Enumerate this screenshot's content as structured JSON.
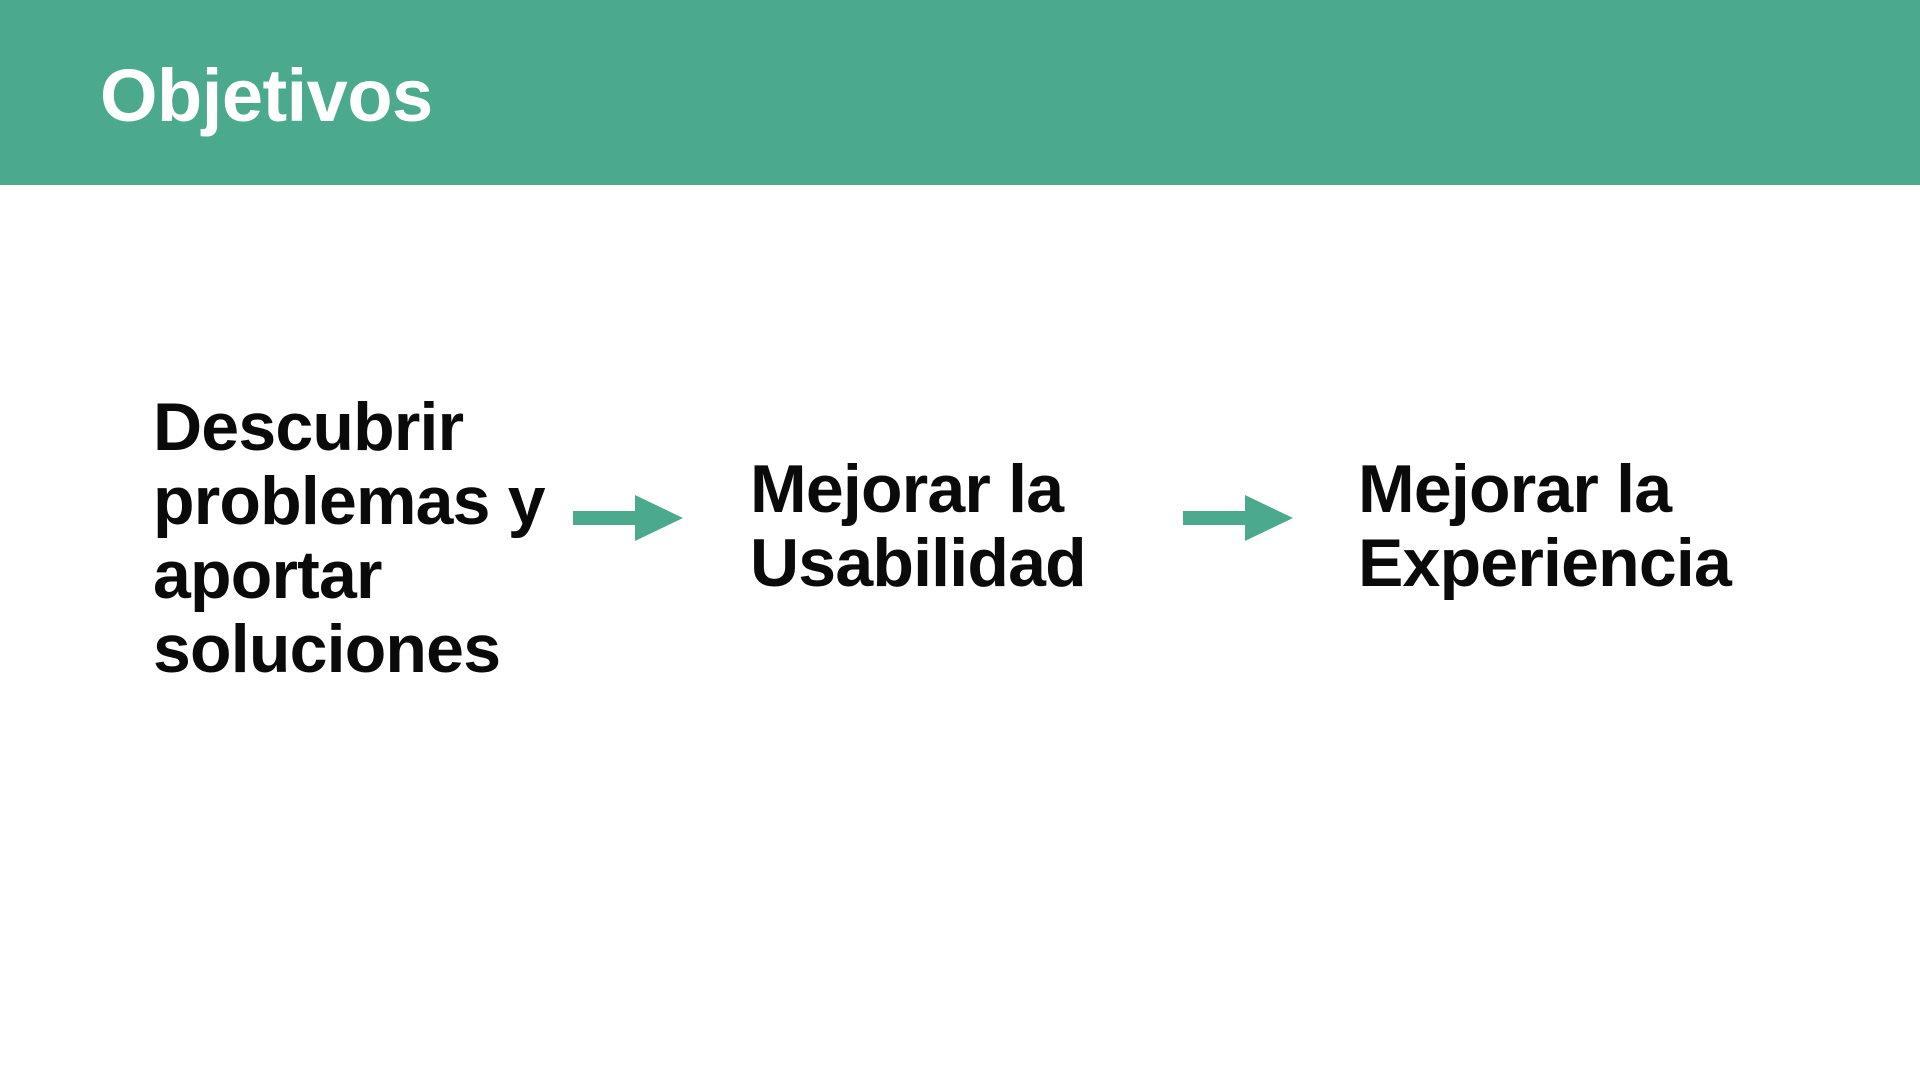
{
  "slide": {
    "title": "Objetivos",
    "background_color": "#FFFFFF",
    "accent_color": "#4BA98D",
    "text_color": "#0A0A0A",
    "header": {
      "title": "Objetivos",
      "background_color": "#4BA98D",
      "title_color": "#FFFFFF"
    },
    "flow": {
      "arrow_color": "#4BA98D",
      "arrow_icon_name": "right-arrow-icon",
      "steps": [
        {
          "label": "Descubrir problemas y aportar soluciones"
        },
        {
          "label": "Mejorar la Usabilidad"
        },
        {
          "label": "Mejorar la Experiencia"
        }
      ],
      "arrows": [
        {
          "label": "right-arrow-icon"
        },
        {
          "label": "right-arrow-icon"
        }
      ]
    }
  }
}
